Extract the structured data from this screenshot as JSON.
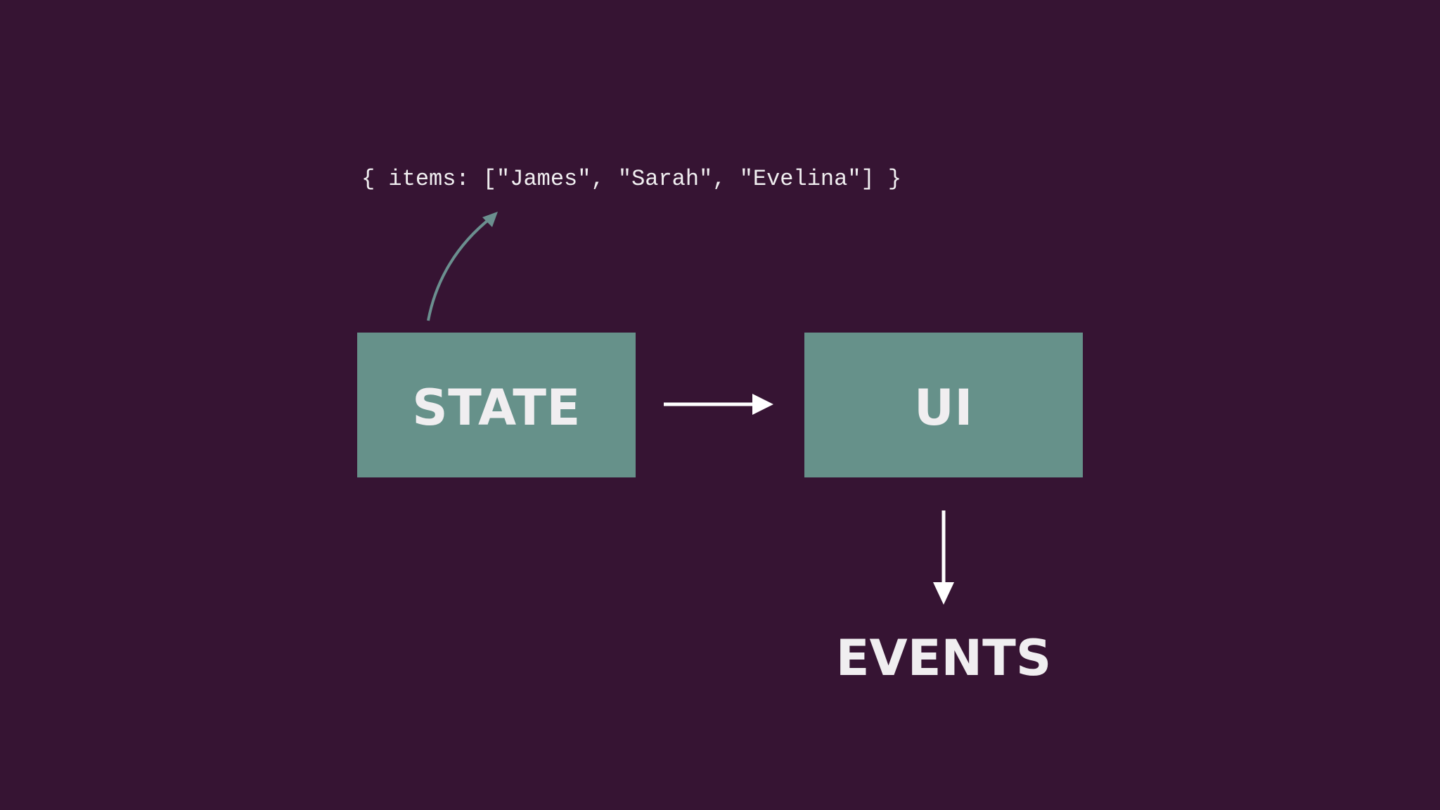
{
  "colors": {
    "background": "#361433",
    "box_fill": "#66918a",
    "box_text": "#f0eef0",
    "text": "#f0eef0",
    "arrow": "#ffffff",
    "curved_arrow": "#6b8f8f"
  },
  "state_snippet": "{ items: [\"James\", \"Sarah\", \"Evelina\"] }",
  "nodes": {
    "state": "STATE",
    "ui": "UI",
    "events": "EVENTS"
  },
  "edges": [
    {
      "from": "state",
      "to": "ui",
      "icon": "arrow-right-icon"
    },
    {
      "from": "ui",
      "to": "events",
      "icon": "arrow-down-icon"
    },
    {
      "from": "state",
      "to": "state_snippet",
      "icon": "curved-arrow-icon"
    }
  ]
}
